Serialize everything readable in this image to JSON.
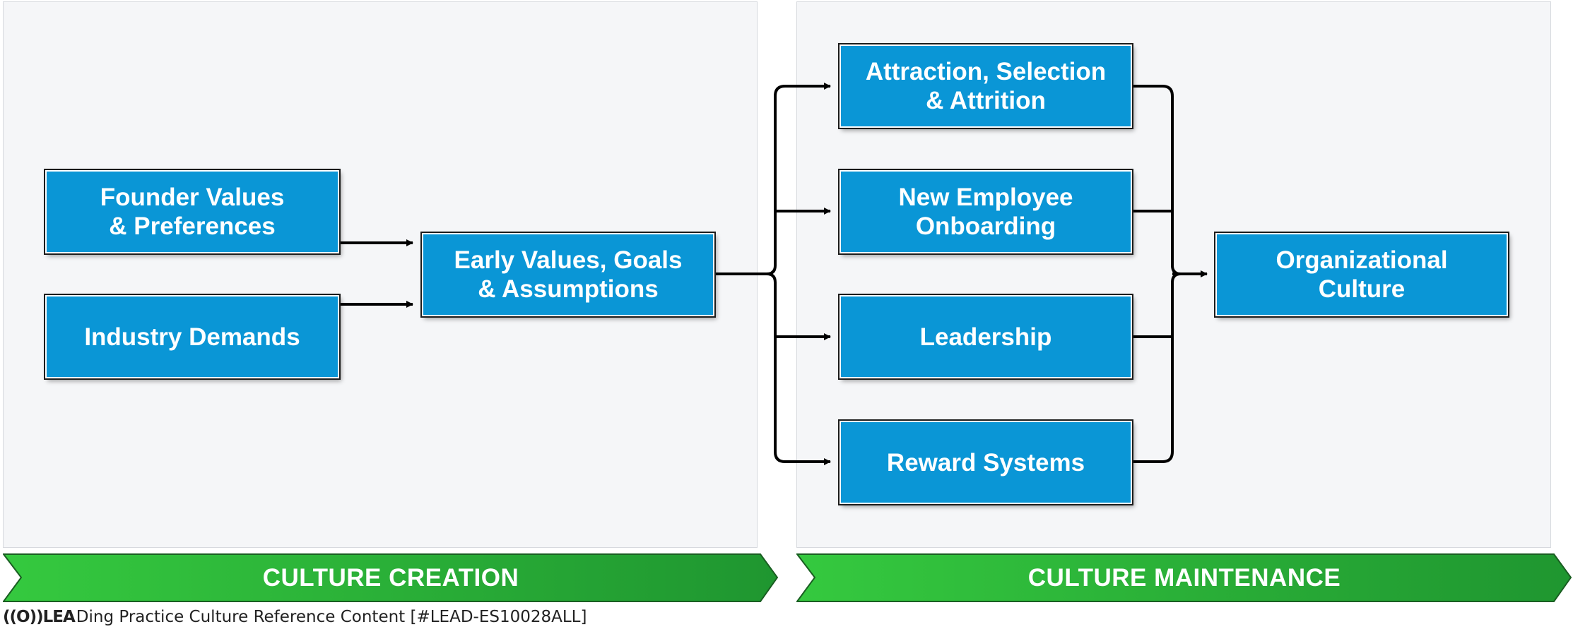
{
  "colors": {
    "box_fill": "#0a96d6",
    "band_green": "#2bbf3a",
    "panel_bg": "#f5f6f8"
  },
  "boxes": {
    "founder": "Founder Values\n& Preferences",
    "industry": "Industry Demands",
    "early": "Early Values, Goals\n& Assumptions",
    "attraction": "Attraction, Selection\n& Attrition",
    "onboarding": "New Employee\nOnboarding",
    "leadership": "Leadership",
    "reward": "Reward Systems",
    "org_culture": "Organizational\nCulture"
  },
  "bands": {
    "creation": "CULTURE CREATION",
    "maintenance": "CULTURE MAINTENANCE"
  },
  "footer": {
    "logo": "((O))LEA",
    "text": "Ding Practice Culture Reference Content [#LEAD-ES10028ALL]"
  }
}
